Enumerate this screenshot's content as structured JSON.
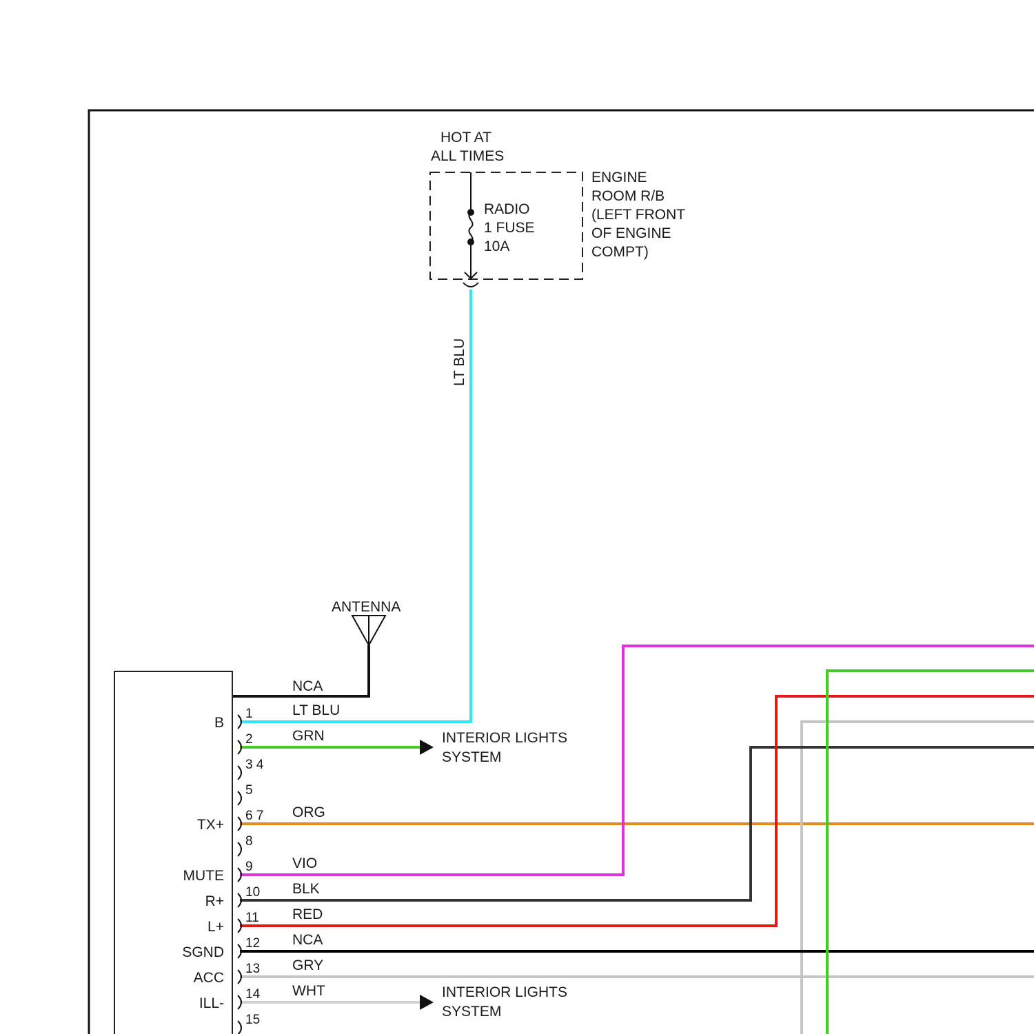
{
  "fuse_box": {
    "header": [
      "HOT AT",
      "ALL TIMES"
    ],
    "fuse": [
      "RADIO",
      "1 FUSE",
      "10A"
    ],
    "location": [
      "ENGINE",
      "ROOM R/B",
      "(LEFT FRONT",
      "OF ENGINE",
      "COMPT)"
    ]
  },
  "antenna": {
    "label": "ANTENNA"
  },
  "feed_wire": {
    "label": "LT BLU",
    "color": "#33e6f0"
  },
  "radio_pins": [
    {
      "pin": "1",
      "name": "B",
      "wire": "LT BLU",
      "color": "#33e6f0"
    },
    {
      "pin": "2",
      "name": "",
      "wire": "GRN",
      "color": "#44cc22"
    },
    {
      "pin": "3 4",
      "name": "",
      "wire": "",
      "color": ""
    },
    {
      "pin": "5",
      "name": "",
      "wire": "",
      "color": ""
    },
    {
      "pin": "6 7",
      "name": "TX+",
      "wire": "ORG",
      "color": "#e8861f"
    },
    {
      "pin": "8",
      "name": "",
      "wire": "",
      "color": ""
    },
    {
      "pin": "9",
      "name": "MUTE",
      "wire": "VIO",
      "color": "#e030d8"
    },
    {
      "pin": "10",
      "name": "R+",
      "wire": "BLK",
      "color": "#333333"
    },
    {
      "pin": "11",
      "name": "L+",
      "wire": "RED",
      "color": "#e01818"
    },
    {
      "pin": "12",
      "name": "SGND",
      "wire": "NCA",
      "color": "#000000"
    },
    {
      "pin": "13",
      "name": "ACC",
      "wire": "GRY",
      "color": "#c4c4c4"
    },
    {
      "pin": "14",
      "name": "ILL-",
      "wire": "WHT",
      "color": "#d0d0d0"
    },
    {
      "pin": "15",
      "name": "",
      "wire": "",
      "color": ""
    }
  ],
  "antenna_wire": {
    "label": "NCA",
    "color": "#111111"
  },
  "destinations": {
    "grn": [
      "INTERIOR LIGHTS",
      "SYSTEM"
    ],
    "wht": [
      "INTERIOR LIGHTS",
      "SYSTEM"
    ]
  },
  "colors": {
    "lt_blu": "#33e6f0",
    "grn": "#44cc22",
    "org": "#e8861f",
    "vio": "#e030d8",
    "blk": "#333333",
    "red": "#e01818",
    "nca": "#000000",
    "gry": "#c4c4c4",
    "wht": "#d0d0d0"
  }
}
